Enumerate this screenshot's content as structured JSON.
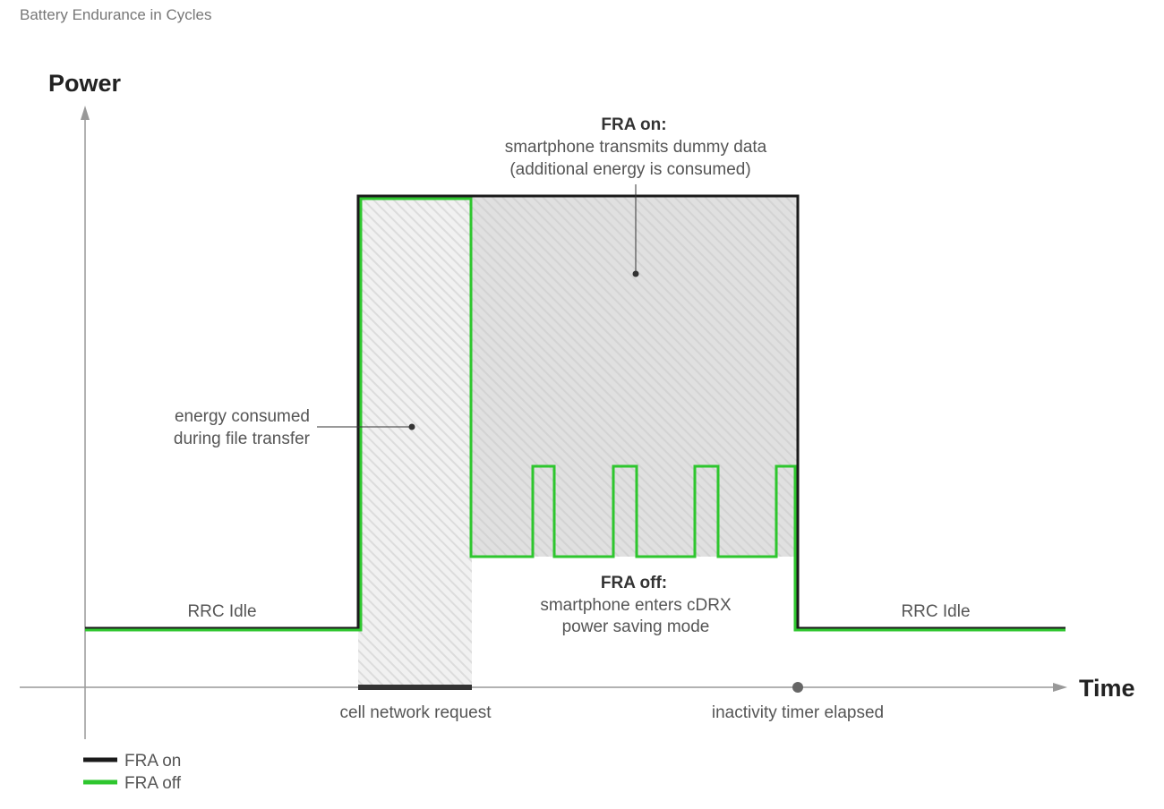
{
  "page": {
    "title": "Battery Endurance in Cycles"
  },
  "axes": {
    "y_title": "Power",
    "x_title": "Time"
  },
  "annotations": {
    "fra_on_title": "FRA on:",
    "fra_on_line1": "smartphone transmits dummy data",
    "fra_on_line2": "(additional energy is consumed)",
    "fra_off_title": "FRA off:",
    "fra_off_line1": "smartphone enters cDRX",
    "fra_off_line2": "power saving mode",
    "energy_line1": "energy consumed",
    "energy_line2": "during file transfer",
    "rrc_idle_left": "RRC Idle",
    "rrc_idle_right": "RRC Idle",
    "cell_request": "cell network request",
    "inactivity": "inactivity timer elapsed"
  },
  "legend": [
    {
      "label": "FRA on",
      "color": "#1a1a1a"
    },
    {
      "label": "FRA off",
      "color": "#2ec62e"
    }
  ],
  "colors": {
    "fra_on": "#1a1a1a",
    "fra_off": "#2ec62e",
    "fill": "#e3e3e3",
    "axis": "#999999"
  }
}
